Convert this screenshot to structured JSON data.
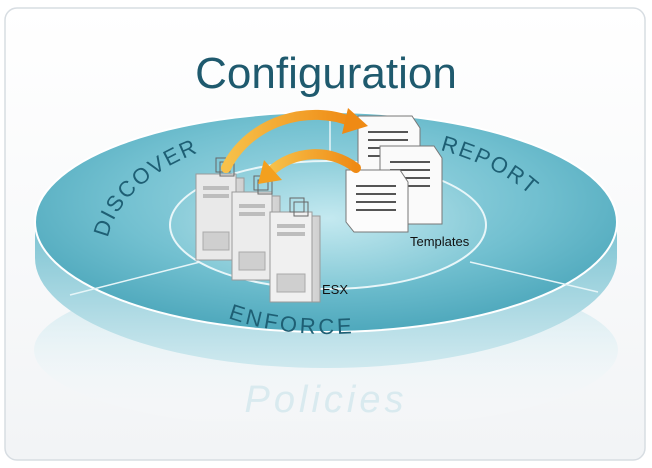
{
  "title": "Configuration",
  "ring_labels": {
    "discover": "DISCOVER",
    "report": "REPORT",
    "enforce": "ENFORCE"
  },
  "center_labels": {
    "servers": "ESX",
    "documents": "Templates"
  },
  "reflection_label": "Policies",
  "colors": {
    "title": "#1f5a6e",
    "ring_text": "#1e5f74",
    "outer_disc": "#5fb4c6",
    "inner_disc": "#8fd0dc",
    "arrow": "#f29a1a"
  }
}
